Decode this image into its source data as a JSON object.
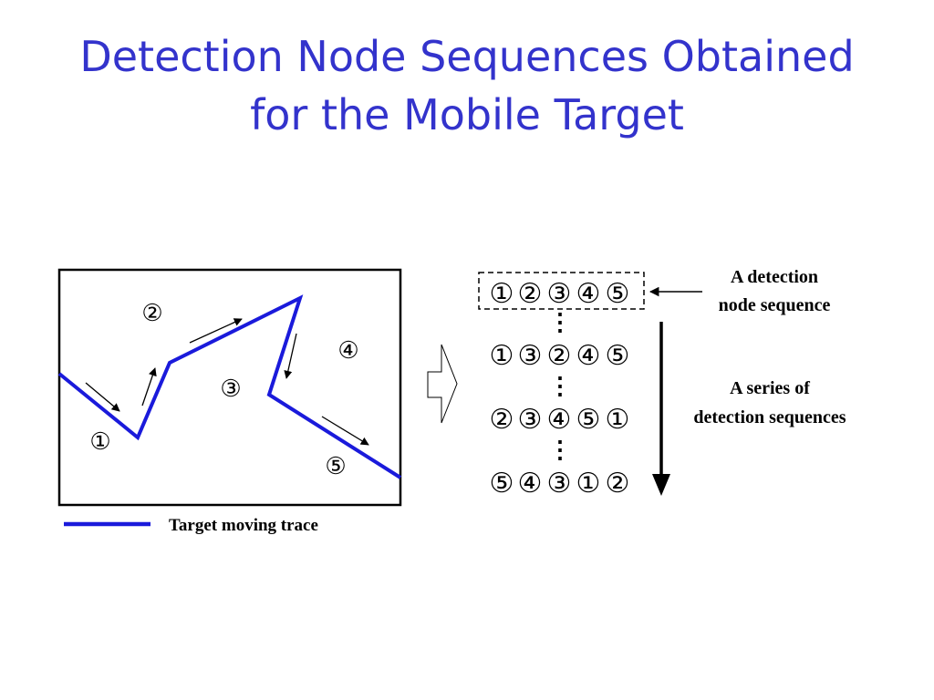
{
  "slide": {
    "title_line1": "Detection Node Sequences Obtained",
    "title_line2": "for the Mobile Target"
  },
  "colors": {
    "title": "#3333cc",
    "trace": "#1a1adb",
    "ink": "#000000"
  },
  "diagram": {
    "legend_label": "Target moving trace",
    "region_labels": [
      "①",
      "②",
      "③",
      "④",
      "⑤"
    ],
    "sequence_note_line1": "A detection",
    "sequence_note_line2": "node sequence",
    "series_note_line1": "A series of",
    "series_note_line2": "detection sequences",
    "sequences": [
      [
        "①",
        "②",
        "③",
        "④",
        "⑤"
      ],
      [
        "①",
        "③",
        "②",
        "④",
        "⑤"
      ],
      [
        "②",
        "③",
        "④",
        "⑤",
        "①"
      ],
      [
        "⑤",
        "④",
        "③",
        "①",
        "②"
      ]
    ],
    "gap_symbol": "⋮"
  }
}
